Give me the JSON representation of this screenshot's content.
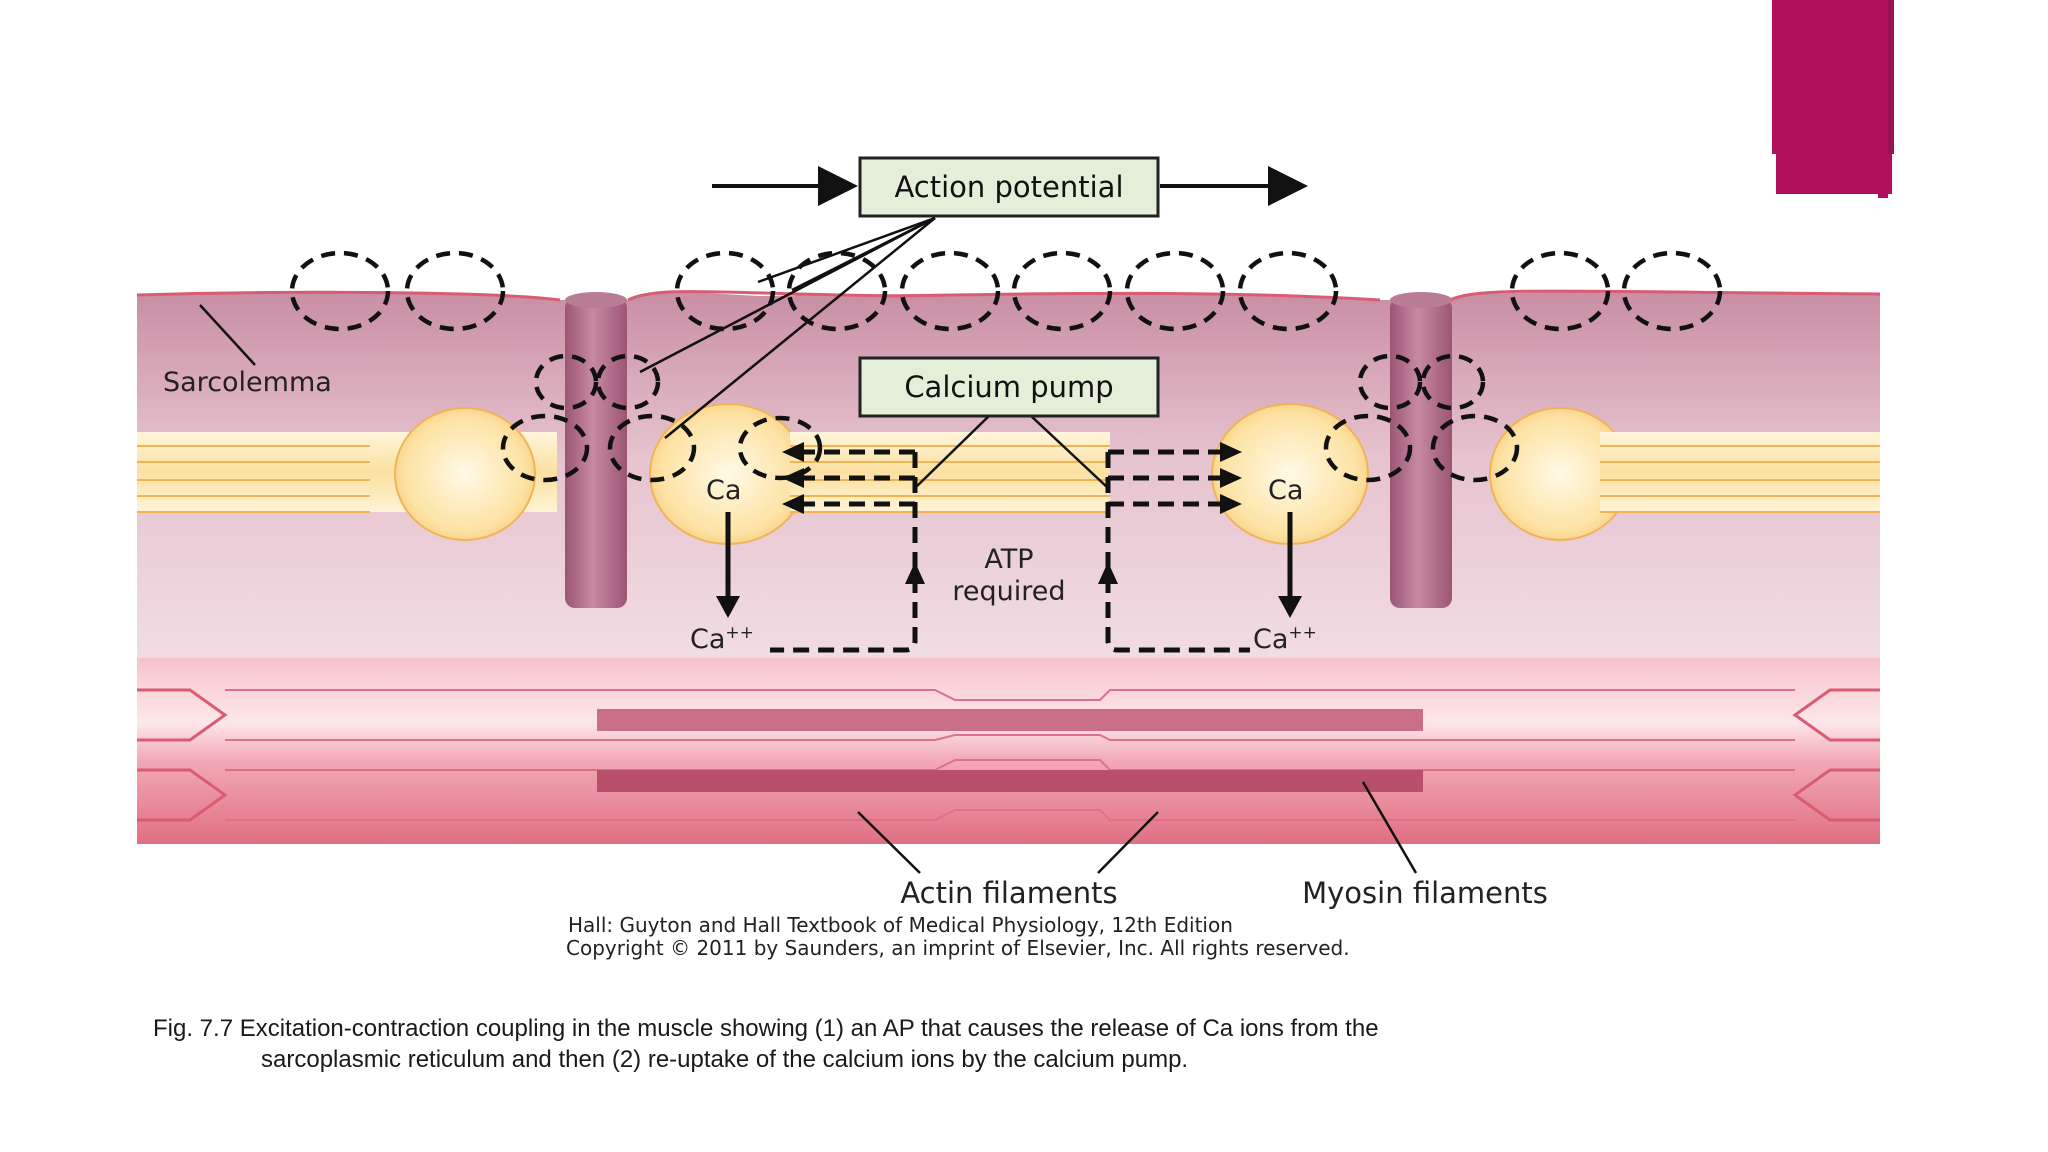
{
  "diagram": {
    "labels": {
      "action_potential": "Action potential",
      "calcium_pump": "Calcium pump",
      "sarcolemma": "Sarcolemma",
      "ca_left": "Ca",
      "ca_right": "Ca",
      "ca_ion_left": "Ca",
      "ca_ion_right": "Ca",
      "ca_ion_charge": "++",
      "atp_line1": "ATP",
      "atp_line2": "required",
      "actin": "Actin filaments",
      "myosin": "Myosin filaments"
    },
    "credit": {
      "line1": "Hall: Guyton and Hall Textbook of Medical Physiology, 12th Edition",
      "line2": "Copyright © 2011 by Saunders, an imprint of Elsevier, Inc. All rights reserved."
    }
  },
  "caption": {
    "line1": "Fig. 7.7  Excitation-contraction coupling in the muscle showing (1) an AP that causes the release of Ca ions from the",
    "line2": "sarcoplasmic reticulum and then (2) re-uptake of the calcium ions by the calcium pump."
  },
  "colors": {
    "accent": "#b0105c",
    "membrane": "#d9a9b8",
    "sarcoplasmic_reticulum": "#fbe4a2",
    "t_tubule": "#b06c86",
    "myofibril": "#e77e90",
    "label_box": "#e3efd9"
  }
}
